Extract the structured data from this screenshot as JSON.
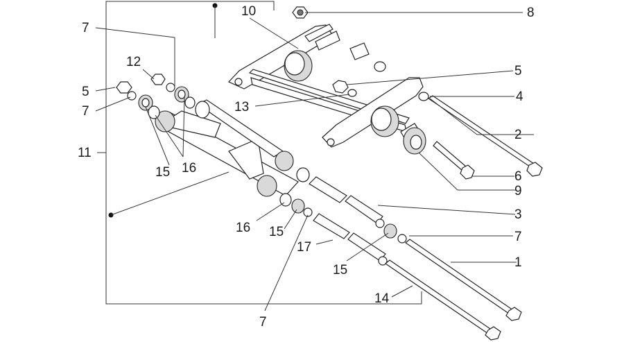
{
  "callouts": [
    {
      "id": "c10",
      "text": "10"
    },
    {
      "id": "c8",
      "text": "8"
    },
    {
      "id": "c7a",
      "text": "7"
    },
    {
      "id": "c12",
      "text": "12"
    },
    {
      "id": "c5a",
      "text": "5"
    },
    {
      "id": "c7b",
      "text": "7"
    },
    {
      "id": "c5b",
      "text": "5"
    },
    {
      "id": "c4",
      "text": "4"
    },
    {
      "id": "c13",
      "text": "13"
    },
    {
      "id": "c2",
      "text": "2"
    },
    {
      "id": "c11",
      "text": "11"
    },
    {
      "id": "c15a",
      "text": "15"
    },
    {
      "id": "c16a",
      "text": "16"
    },
    {
      "id": "c6",
      "text": "6"
    },
    {
      "id": "c9",
      "text": "9"
    },
    {
      "id": "c3",
      "text": "3"
    },
    {
      "id": "c16b",
      "text": "16"
    },
    {
      "id": "c15b",
      "text": "15"
    },
    {
      "id": "c7c",
      "text": "7"
    },
    {
      "id": "c17",
      "text": "17"
    },
    {
      "id": "c1",
      "text": "1"
    },
    {
      "id": "c15c",
      "text": "15"
    },
    {
      "id": "c14",
      "text": "14"
    },
    {
      "id": "c7d",
      "text": "7"
    }
  ]
}
